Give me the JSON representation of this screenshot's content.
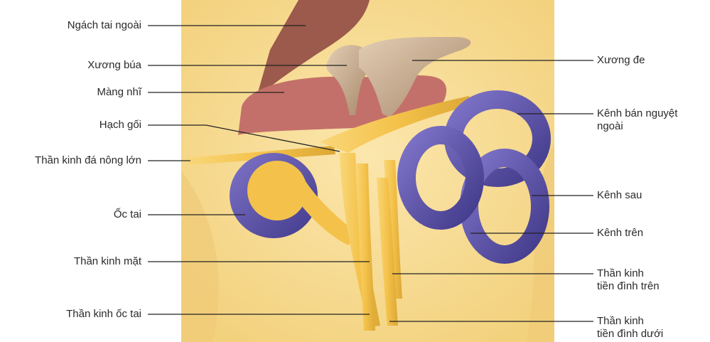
{
  "labels": {
    "left": [
      {
        "id": "ngach-tai-ngoai",
        "text": "Ngách tai ngoài"
      },
      {
        "id": "xuong-bua",
        "text": "Xương búa"
      },
      {
        "id": "mang-nhi",
        "text": "Màng nhĩ"
      },
      {
        "id": "hach-goi",
        "text": "Hạch gối"
      },
      {
        "id": "than-kinh-da-nong-lon",
        "text": "Thần kinh đá nông lớn"
      },
      {
        "id": "oc-tai",
        "text": "Ốc tai"
      },
      {
        "id": "than-kinh-mat",
        "text": "Thần kinh mặt"
      },
      {
        "id": "than-kinh-oc-tai",
        "text": "Thần kinh ốc tai"
      }
    ],
    "right": [
      {
        "id": "xuong-de",
        "lines": [
          "Xương đe"
        ]
      },
      {
        "id": "kenh-ban-nguyet-ngoai",
        "lines": [
          "Kênh bán nguyệt",
          "ngoài"
        ]
      },
      {
        "id": "kenh-sau",
        "lines": [
          "Kênh sau"
        ]
      },
      {
        "id": "kenh-tren",
        "lines": [
          "Kênh trên"
        ]
      },
      {
        "id": "than-kinh-tien-dinh-tren",
        "lines": [
          "Thần kinh",
          "tiền đình trên"
        ]
      },
      {
        "id": "than-kinh-tien-dinh-duoi",
        "lines": [
          "Thần kinh",
          "tiền đình dưới"
        ]
      }
    ]
  },
  "colors": {
    "background_tissue": "#f7dc98",
    "bone_tan": "#c9a987",
    "canal_purple": "#5a50a8",
    "nerve_yellow": "#f4c24a",
    "eardrum_pink": "#c4706a",
    "ear_canal_brown": "#9b5a4c"
  }
}
